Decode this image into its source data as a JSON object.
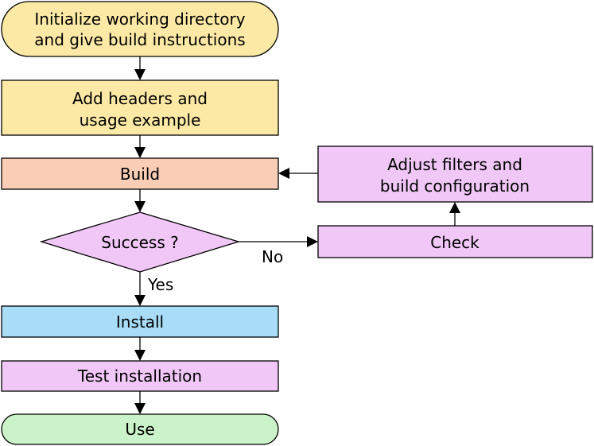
{
  "nodes": {
    "init": {
      "lines": [
        "Initialize working directory",
        "and give build instructions"
      ],
      "fill": "#fde9a6"
    },
    "headers": {
      "lines": [
        "Add headers and",
        "usage example"
      ],
      "fill": "#fde9a6"
    },
    "build": {
      "lines": [
        "Build"
      ],
      "fill": "#f9cdb6"
    },
    "success": {
      "lines": [
        "Success ?"
      ],
      "fill": "#f0c7f6"
    },
    "check": {
      "lines": [
        "Check"
      ],
      "fill": "#f0c7f6"
    },
    "adjust": {
      "lines": [
        "Adjust filters and",
        "build configuration"
      ],
      "fill": "#f0c7f6"
    },
    "install": {
      "lines": [
        "Install"
      ],
      "fill": "#a9dcf7"
    },
    "test": {
      "lines": [
        "Test installation"
      ],
      "fill": "#f0c7f6"
    },
    "use": {
      "lines": [
        "Use"
      ],
      "fill": "#cbf3c9"
    }
  },
  "edges": {
    "no_label": "No",
    "yes_label": "Yes"
  }
}
